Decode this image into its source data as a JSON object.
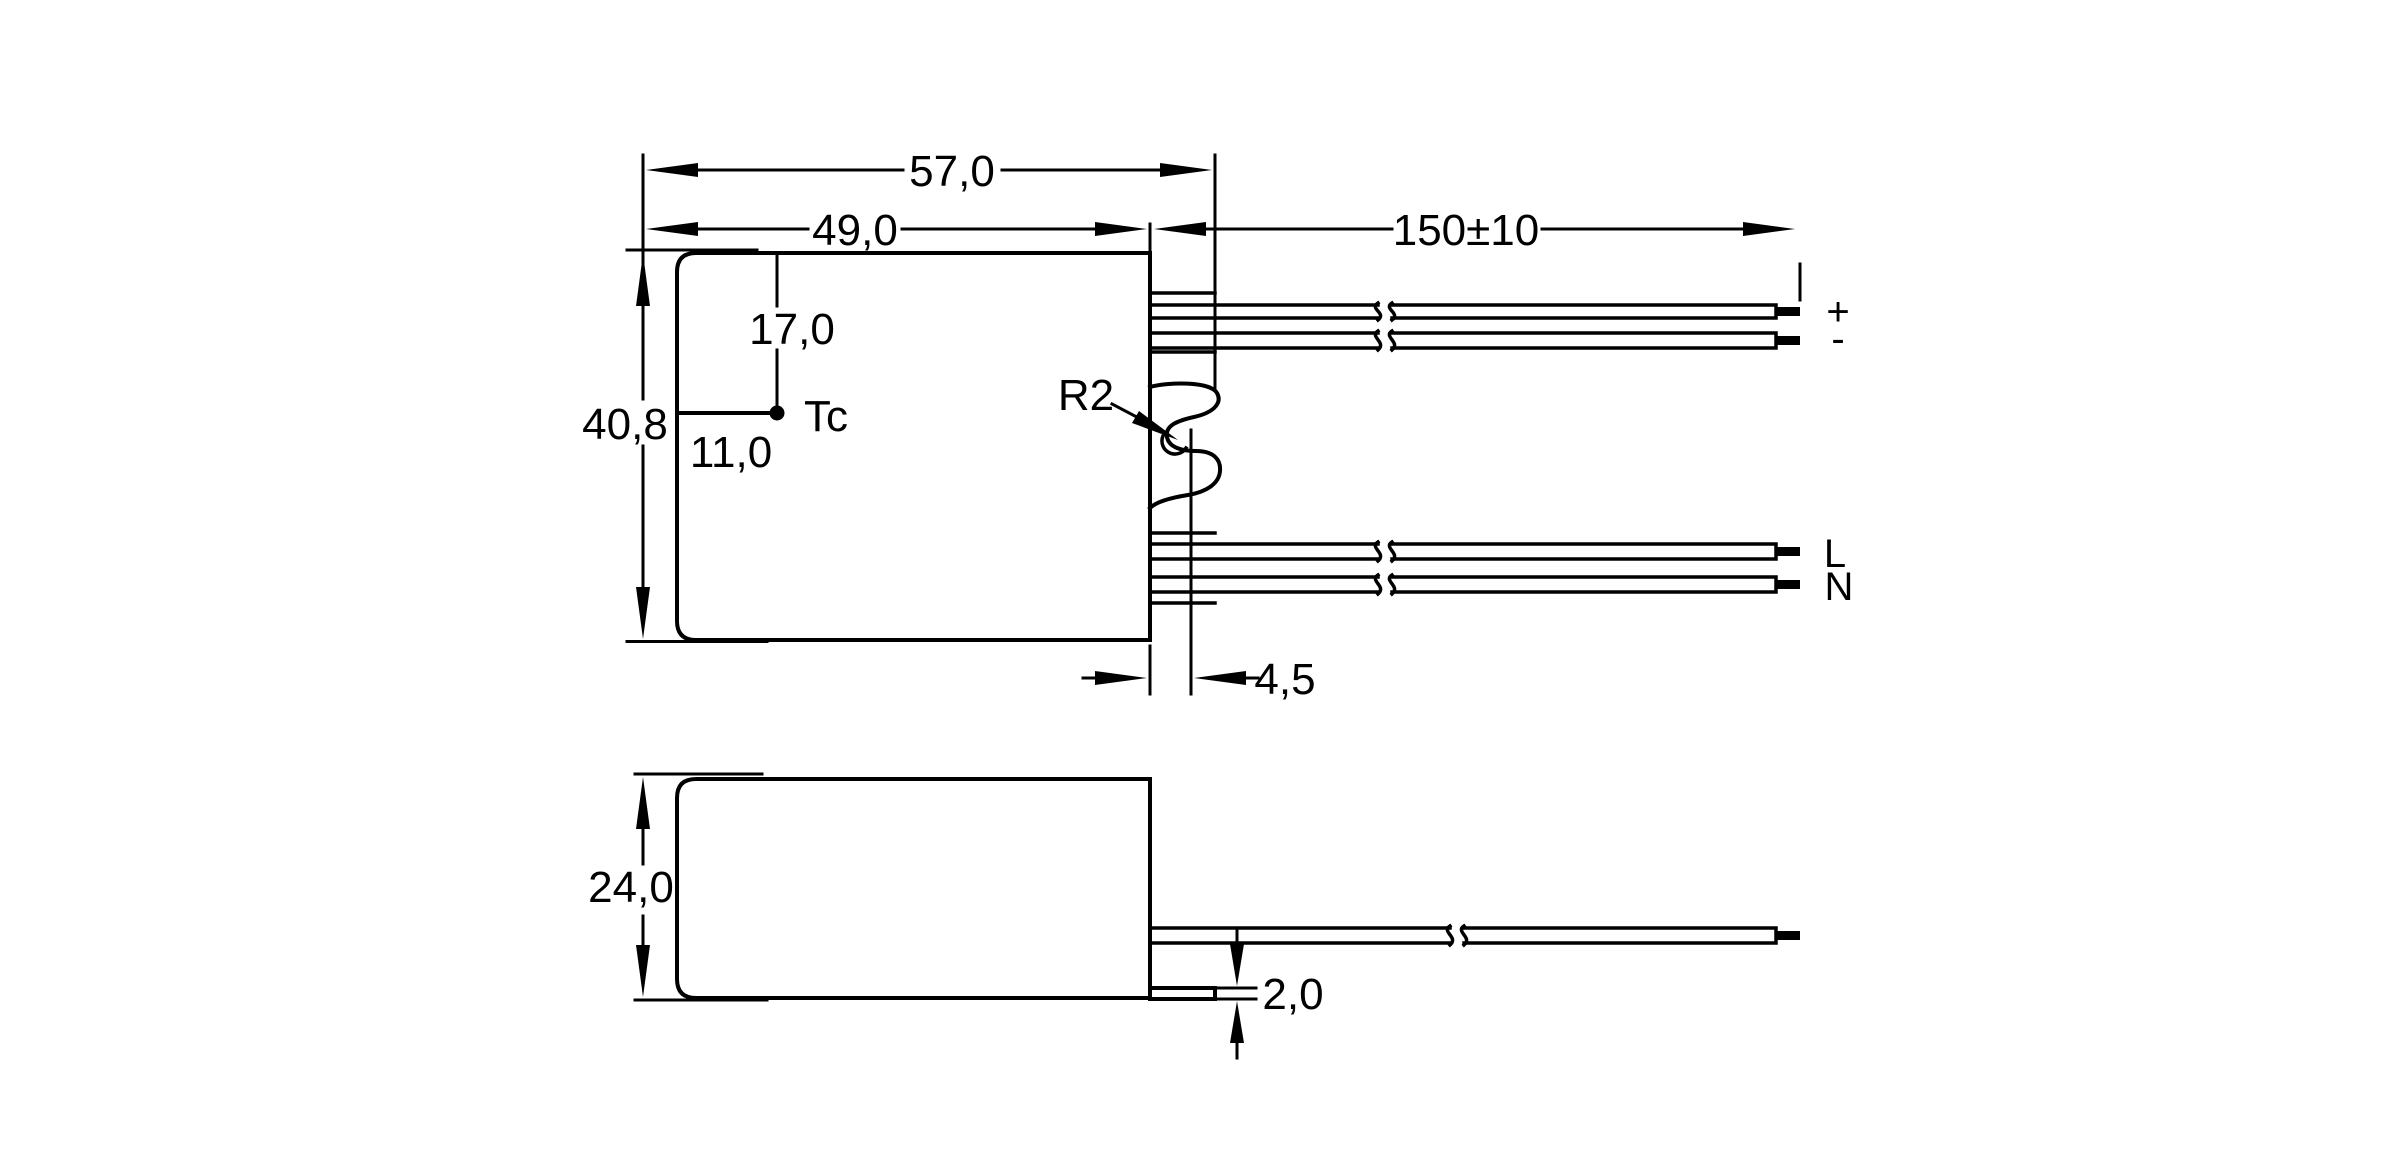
{
  "top_view": {
    "dims": {
      "overall_width": "57,0",
      "body_width": "49,0",
      "body_height": "40,8",
      "tc_from_top": "17,0",
      "tc_from_left": "11,0",
      "wire_length": "150±10",
      "strain_relief": "4,5",
      "corner_radius": "R2"
    },
    "labels": {
      "thermal_point": "Tc",
      "wire_plus": "+",
      "wire_minus": "-",
      "wire_line": "L",
      "wire_neutral": "N"
    }
  },
  "side_view": {
    "dims": {
      "body_height": "24,0",
      "base_plate_thickness": "2,0"
    }
  },
  "colors": {
    "line": "#000000",
    "background": "#ffffff"
  }
}
